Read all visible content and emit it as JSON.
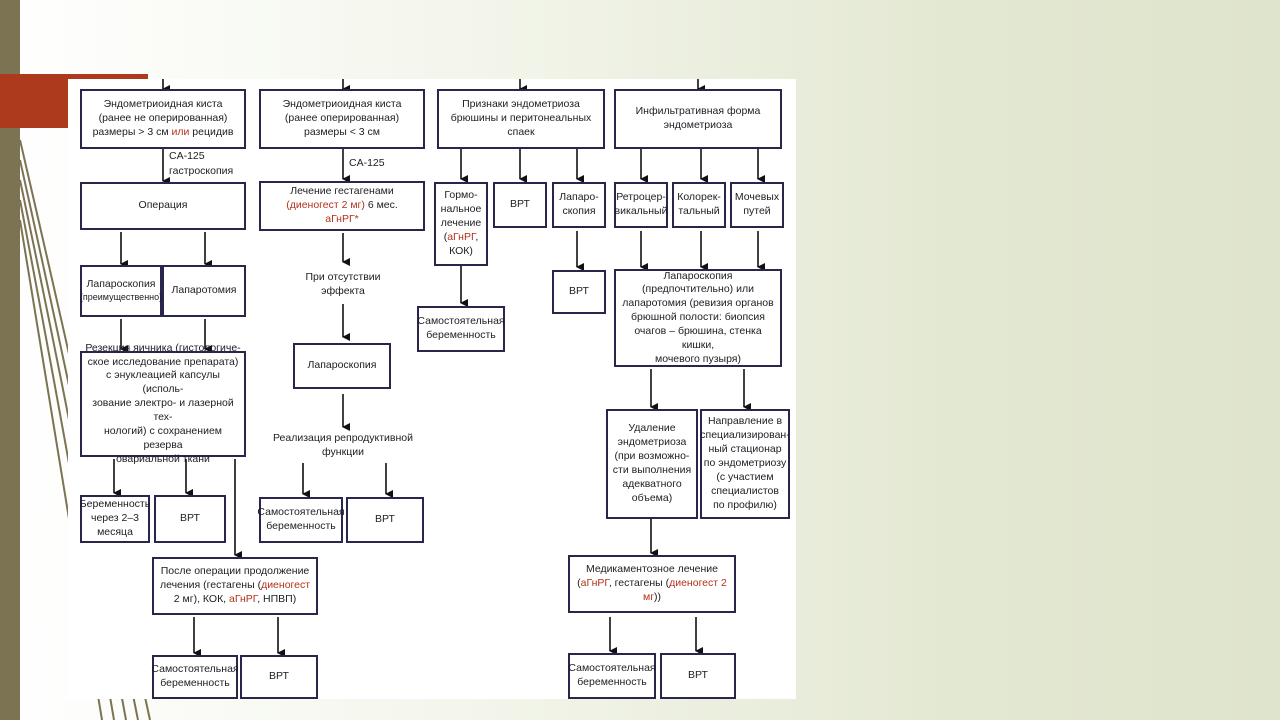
{
  "slide": {
    "colors": {
      "background": "#e6ead6",
      "left_strip": "#7b7352",
      "accent_red": "#ae3a1e",
      "box_border": "#28264a",
      "highlight_text": "#b3311d"
    }
  },
  "flowchart": {
    "col1": {
      "head": [
        "Эндометриоидная киста",
        "(ранее не оперированная)",
        "размеры > 3 см",
        "или",
        "рецидив"
      ],
      "label_ca125": "CA-125",
      "label_gastro": "гастроскопия",
      "operation": "Операция",
      "laparoscopy": "Лапароскопия",
      "laparoscopy_note": "(преимущественно)",
      "laparotomy": "Лапаротомия",
      "resection": [
        "Резекция яичника (гистологиче-",
        "ское исследование препарата)",
        "с энуклеацией капсулы (исполь-",
        "зование электро- и лазерной тех-",
        "нологий) с сохранением резерва",
        "овариальной ткани"
      ],
      "pregnancy_after": [
        "Беременность",
        "через 2–3",
        "месяца"
      ],
      "vrt": "ВРТ",
      "postop": [
        "После операции продолжение",
        "лечения (гестагены (",
        "диеногест",
        "2 мг), КОК,",
        "аГнРГ",
        ", НПВП)"
      ],
      "self_pregnancy": [
        "Самостоятельная",
        "беременность"
      ],
      "vrt2": "ВРТ"
    },
    "col2": {
      "head": [
        "Эндометриоидная киста",
        "(ранее оперированная)",
        "размеры < 3 см"
      ],
      "label_ca125": "CA-125",
      "gestagen": [
        "Лечение гестагенами",
        "(диеногест 2 мг)",
        "6 мес.",
        "аГнРГ*"
      ],
      "no_effect": [
        "При отсутствии",
        "эффекта"
      ],
      "laparoscopy": "Лапароскопия",
      "realization": [
        "Реализация репродуктивной",
        "функции"
      ],
      "self_pregnancy": [
        "Самостоятельная",
        "беременность"
      ],
      "vrt": "ВРТ"
    },
    "col3": {
      "head": [
        "Признаки эндометриоза",
        "брюшины и перитонеальных",
        "спаек"
      ],
      "hormonal": [
        "Гормо-",
        "нальное",
        "лечение",
        "(",
        "аГнРГ",
        ",",
        "КОК)"
      ],
      "vrt": "ВРТ",
      "laparoscopy": [
        "Лапаро-",
        "скопия"
      ],
      "vrt2": "ВРТ",
      "self_pregnancy": [
        "Самостоятельная",
        "беременность"
      ]
    },
    "col4": {
      "head": [
        "Инфильтративная форма",
        "эндометриоза"
      ],
      "retrocervical": [
        "Ретроцер-",
        "викальный"
      ],
      "colorectal": [
        "Колорек-",
        "тальный"
      ],
      "urinary": [
        "Мочевых",
        "путей"
      ],
      "laparo": [
        "Лапароскопия",
        "(предпочтительно) или",
        "лапаротомия (ревизия органов",
        "брюшной полости: биопсия",
        "очагов – брюшина, стенка кишки,",
        "мочевого пузыря)"
      ],
      "removal": [
        "Удаление",
        "эндометриоза",
        "(при возможно-",
        "сти выполнения",
        "адекватного",
        "объема)"
      ],
      "referral": [
        "Направление в",
        "специализирован-",
        "ный стационар",
        "по эндометриозу",
        "(с участием",
        "специалистов",
        "по профилю)"
      ],
      "medication": [
        "Медикаментозное лечение",
        "(",
        "аГнРГ",
        ", гестагены (",
        "диеногест 2 мг",
        "))"
      ],
      "self_pregnancy": [
        "Самостоятельная",
        "беременность"
      ],
      "vrt": "ВРТ"
    }
  }
}
